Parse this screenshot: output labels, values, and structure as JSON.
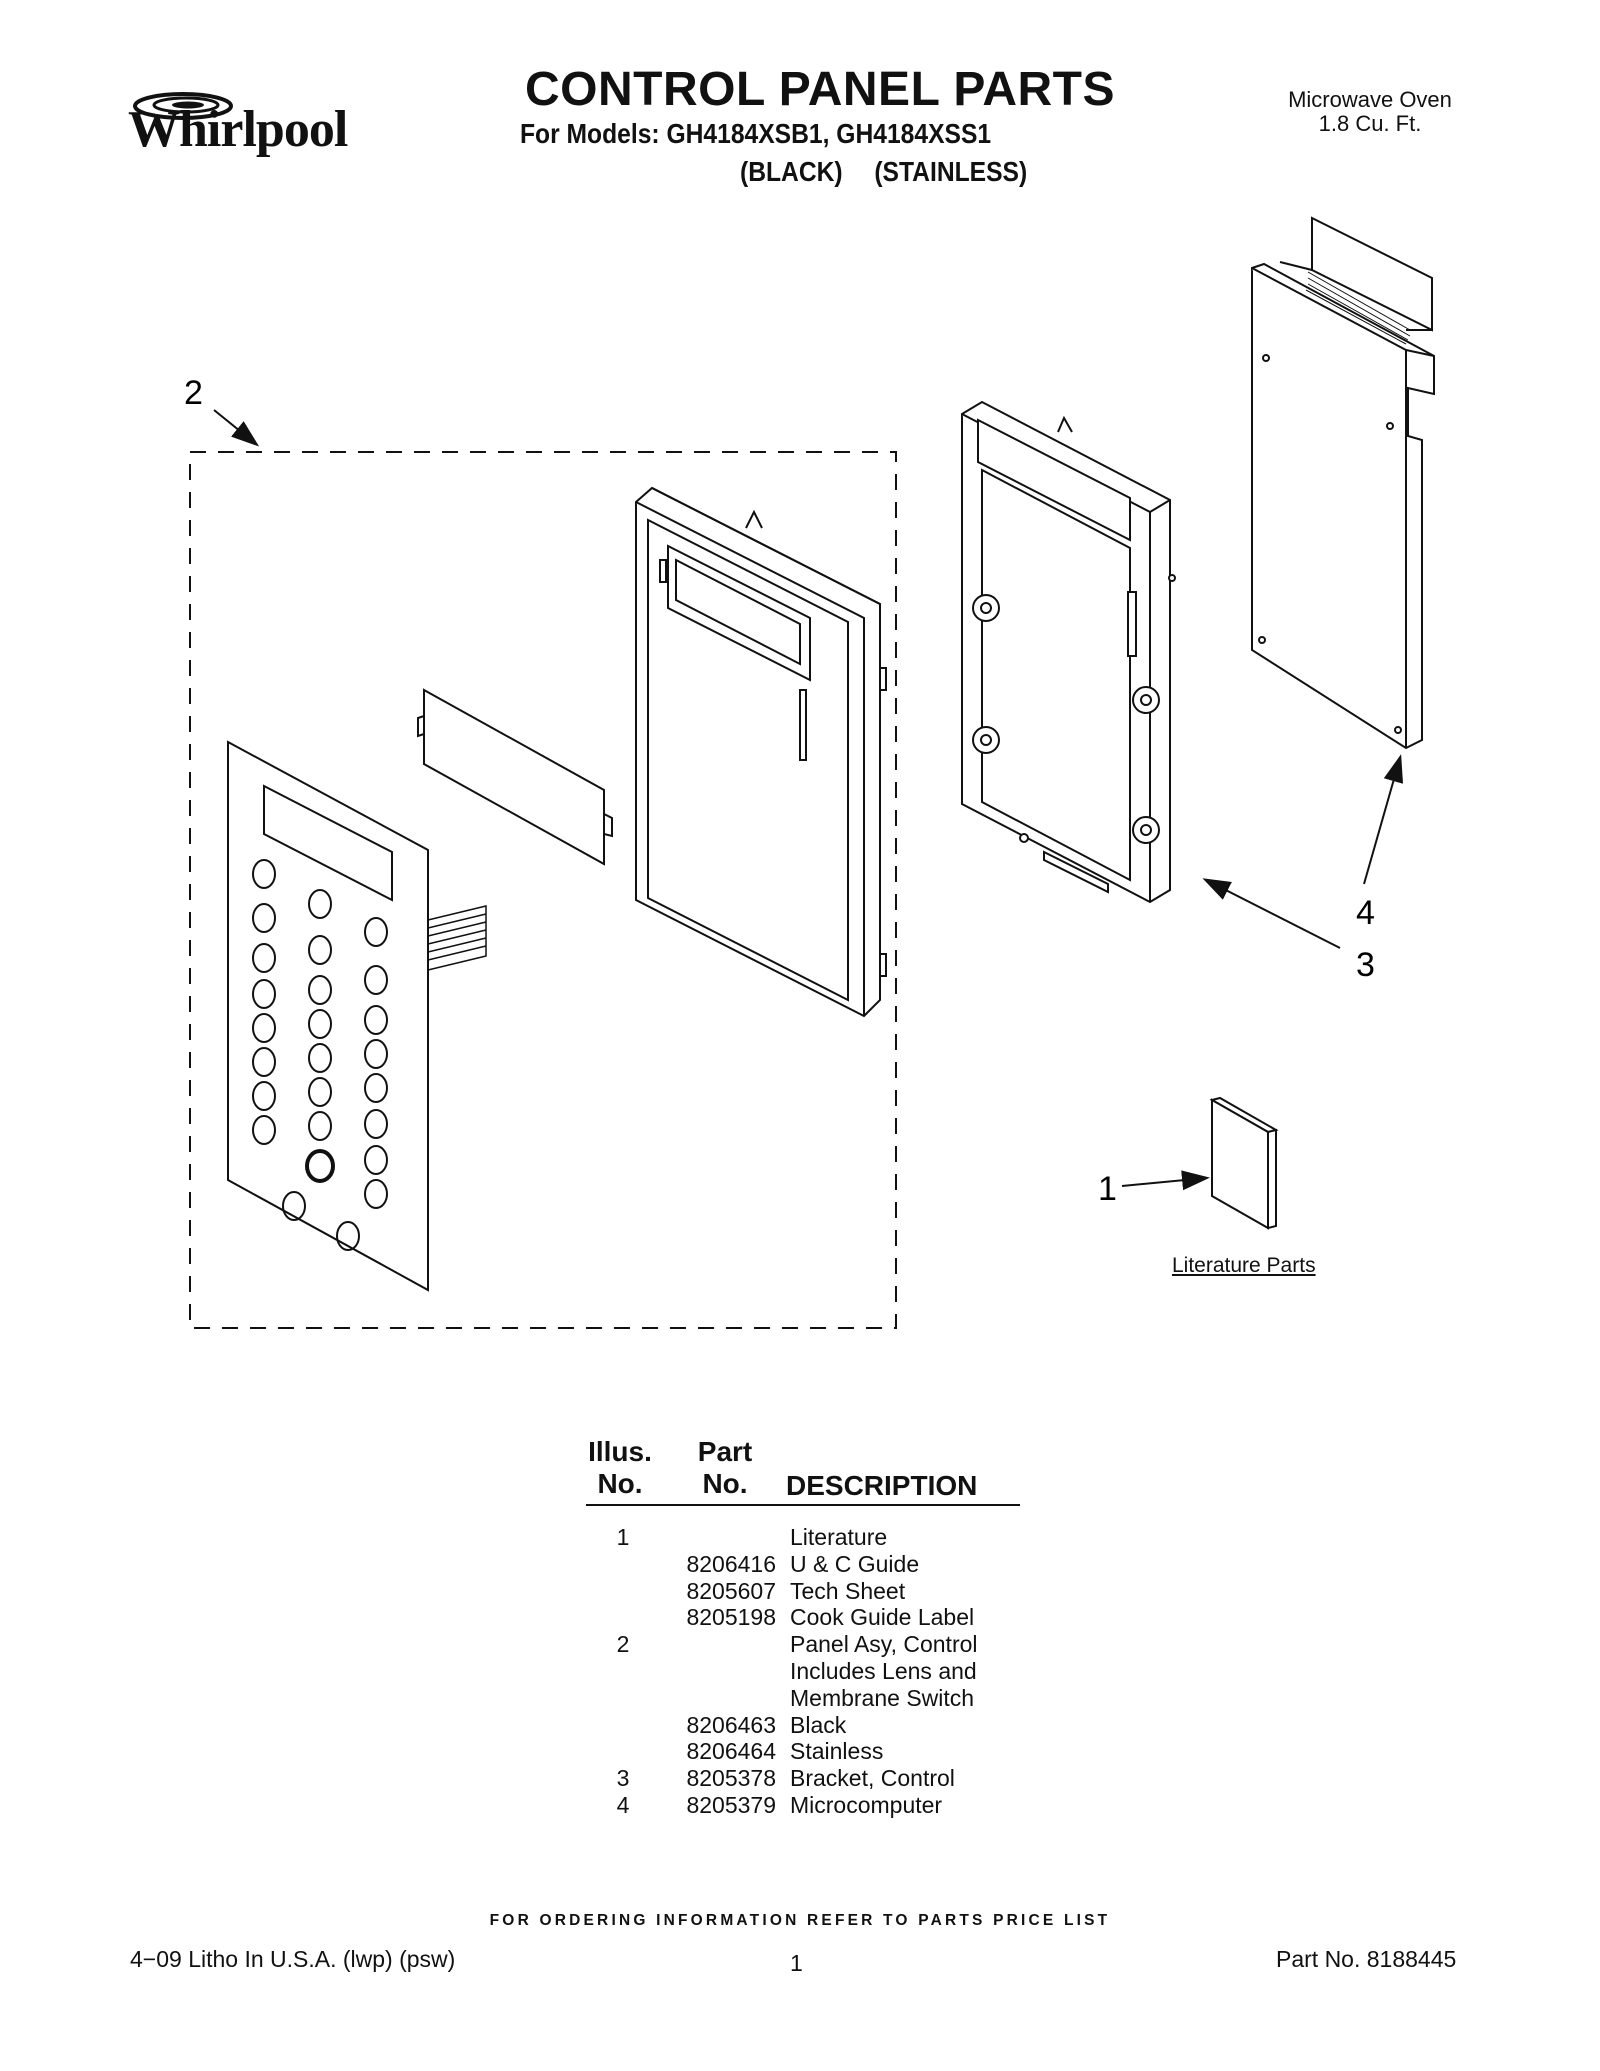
{
  "brand": {
    "logo_text": "Whirlpool"
  },
  "header": {
    "title": "CONTROL PANEL PARTS",
    "subtitle": "For Models: GH4184XSB1, GH4184XSS1",
    "variant_black": "(BLACK)",
    "variant_stainless": "(STAINLESS)",
    "product_line1": "Microwave Oven",
    "product_line2": "1.8 Cu. Ft."
  },
  "diagram": {
    "callouts": {
      "c1": "1",
      "c2": "2",
      "c3": "3",
      "c4": "4"
    },
    "literature_label": "Literature Parts"
  },
  "parts_table": {
    "header": {
      "illus_line1": "Illus.",
      "illus_line2": "No.",
      "part_line1": "Part",
      "part_line2": "No.",
      "description": "DESCRIPTION"
    },
    "rows": [
      {
        "illus": "1",
        "part": "",
        "desc": "Literature"
      },
      {
        "illus": "",
        "part": "8206416",
        "desc": "U & C Guide"
      },
      {
        "illus": "",
        "part": "8205607",
        "desc": "Tech Sheet"
      },
      {
        "illus": "",
        "part": "8205198",
        "desc": "Cook Guide Label"
      },
      {
        "illus": "2",
        "part": "",
        "desc": "Panel Asy, Control"
      },
      {
        "illus": "",
        "part": "",
        "desc": "Includes Lens and"
      },
      {
        "illus": "",
        "part": "",
        "desc": "Membrane Switch"
      },
      {
        "illus": "",
        "part": "8206463",
        "desc": "Black"
      },
      {
        "illus": "",
        "part": "8206464",
        "desc": "Stainless"
      },
      {
        "illus": "3",
        "part": "8205378",
        "desc": "Bracket, Control"
      },
      {
        "illus": "4",
        "part": "8205379",
        "desc": "Microcomputer"
      }
    ]
  },
  "footer": {
    "ordering_note": "FOR ORDERING INFORMATION REFER TO PARTS PRICE LIST",
    "litho": "4−09 Litho In U.S.A. (lwp) (psw)",
    "page_number": "1",
    "part_number": "Part No. 8188445"
  }
}
